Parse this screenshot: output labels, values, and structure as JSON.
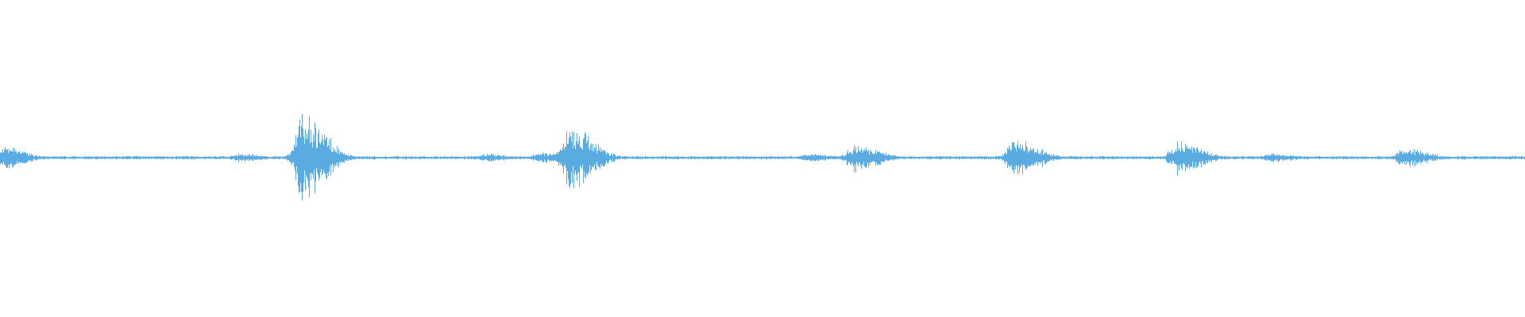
{
  "waveform": {
    "color": "#5aabe2",
    "background": "#ffffff",
    "baseline_amplitude": 0.012,
    "bursts": [
      {
        "center": 0.0,
        "amplitude": 0.09
      },
      {
        "center": 0.157,
        "amplitude": 0.03
      },
      {
        "center": 0.199,
        "amplitude": 0.3
      },
      {
        "center": 0.318,
        "amplitude": 0.03
      },
      {
        "center": 0.355,
        "amplitude": 0.04
      },
      {
        "center": 0.374,
        "amplitude": 0.22
      },
      {
        "center": 0.53,
        "amplitude": 0.03
      },
      {
        "center": 0.561,
        "amplitude": 0.1
      },
      {
        "center": 0.666,
        "amplitude": 0.13
      },
      {
        "center": 0.773,
        "amplitude": 0.12
      },
      {
        "center": 0.834,
        "amplitude": 0.03
      },
      {
        "center": 0.921,
        "amplitude": 0.07
      }
    ]
  }
}
